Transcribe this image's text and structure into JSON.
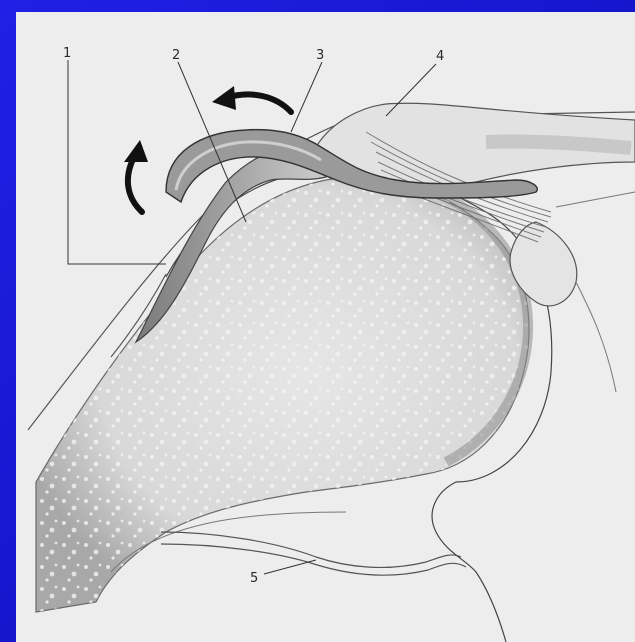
{
  "figure": {
    "labels": [
      {
        "id": "label-1",
        "text": "1"
      },
      {
        "id": "label-2",
        "text": "2"
      },
      {
        "id": "label-3",
        "text": "3"
      },
      {
        "id": "label-4",
        "text": "4"
      },
      {
        "id": "label-5",
        "text": "5"
      }
    ],
    "colors": {
      "frame": "#1a1ad8",
      "paper": "#ededee",
      "bone_fill": "#dcdcdc",
      "shading": "#8a8a8a",
      "ink": "#2a2a2a",
      "arrow": "#111111"
    }
  }
}
